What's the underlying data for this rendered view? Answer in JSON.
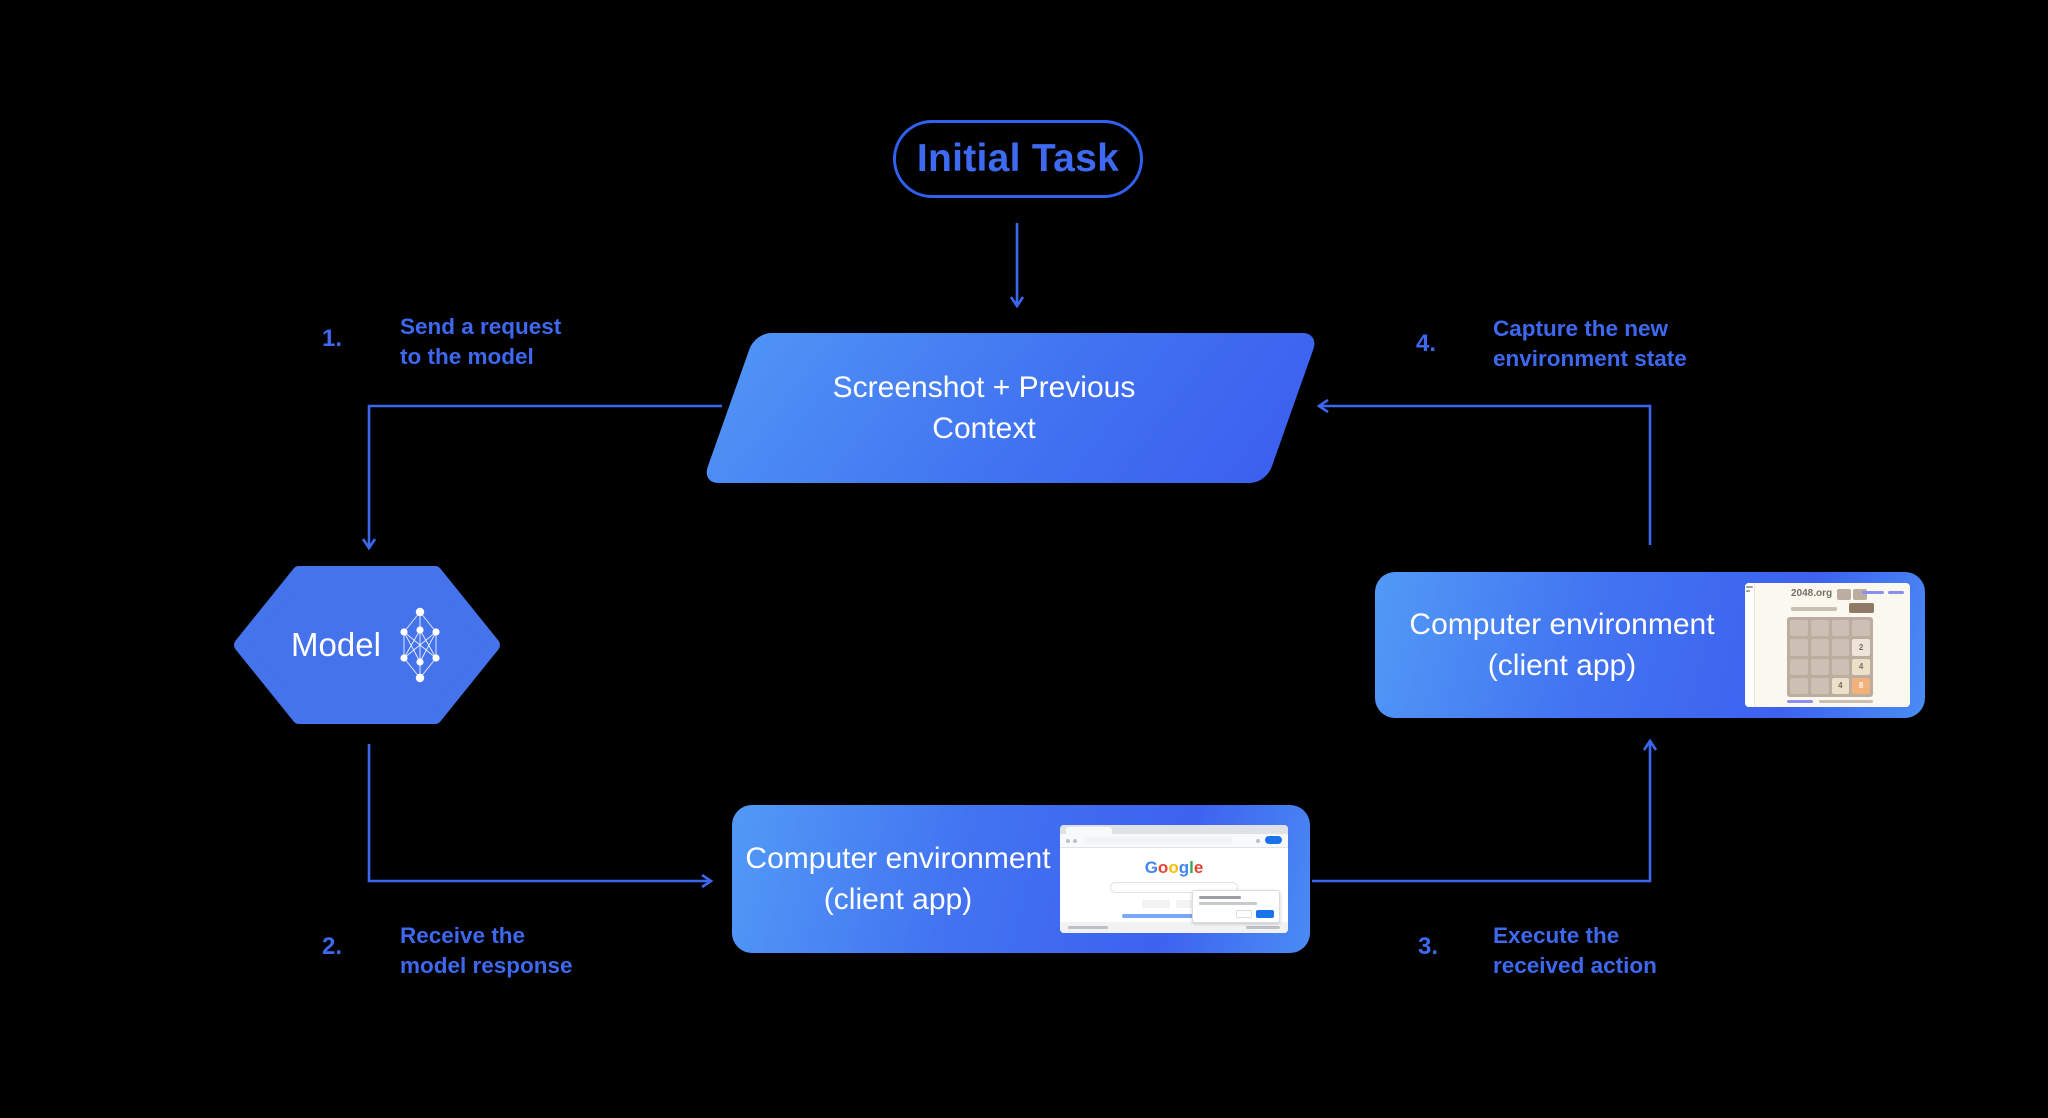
{
  "colors": {
    "background": "#000000",
    "accent_blue": "#3C66ED",
    "label_blue": "#3E68F0",
    "node_gradient_light": "#529AF6",
    "node_gradient_deep": "#3D62EF",
    "hexagon_blue": "#4573EB",
    "node_text": "#FFFFFF"
  },
  "nodes": {
    "initial_task": "Initial Task",
    "screenshot_context": "Screenshot + Previous\nContext",
    "model": "Model",
    "env_client_bottom": "Computer environment\n(client app)",
    "env_client_right": "Computer environment\n(client app)"
  },
  "steps": [
    {
      "num": "1.",
      "text": "Send a request\nto the model"
    },
    {
      "num": "2.",
      "text": "Receive the\nmodel response"
    },
    {
      "num": "3.",
      "text": "Execute the\nreceived action"
    },
    {
      "num": "4.",
      "text": "Capture the new\nenvironment state"
    }
  ],
  "google_screenshot": {
    "logo_letters": [
      "G",
      "o",
      "o",
      "g",
      "l",
      "e"
    ]
  },
  "game_screenshot": {
    "title": "2048.org",
    "grid": [
      "",
      "",
      "",
      "",
      "",
      "",
      "",
      "2",
      "",
      "",
      "",
      "4",
      "",
      "",
      "4",
      "8"
    ]
  }
}
